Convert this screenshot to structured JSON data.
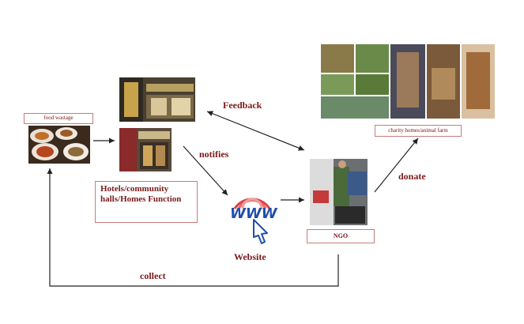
{
  "labels": {
    "food_wastage": "food wastage",
    "hotels": "Hotels/community halls/Homes Function",
    "feedback": "Feedback",
    "notifies": "notifies",
    "website": "Website",
    "www": "WWW",
    "ngo": "NGO",
    "donate": "donate",
    "charity": "charity homes/animal farm",
    "collect": "collect"
  },
  "colors": {
    "label_text": "#7a1a1a",
    "box_border": "#c87b7b",
    "arrow": "#222222",
    "www_blue": "#1f4fa8",
    "www_red": "#d92b2b"
  },
  "icons": {
    "website": "hand-pointer-icon"
  }
}
